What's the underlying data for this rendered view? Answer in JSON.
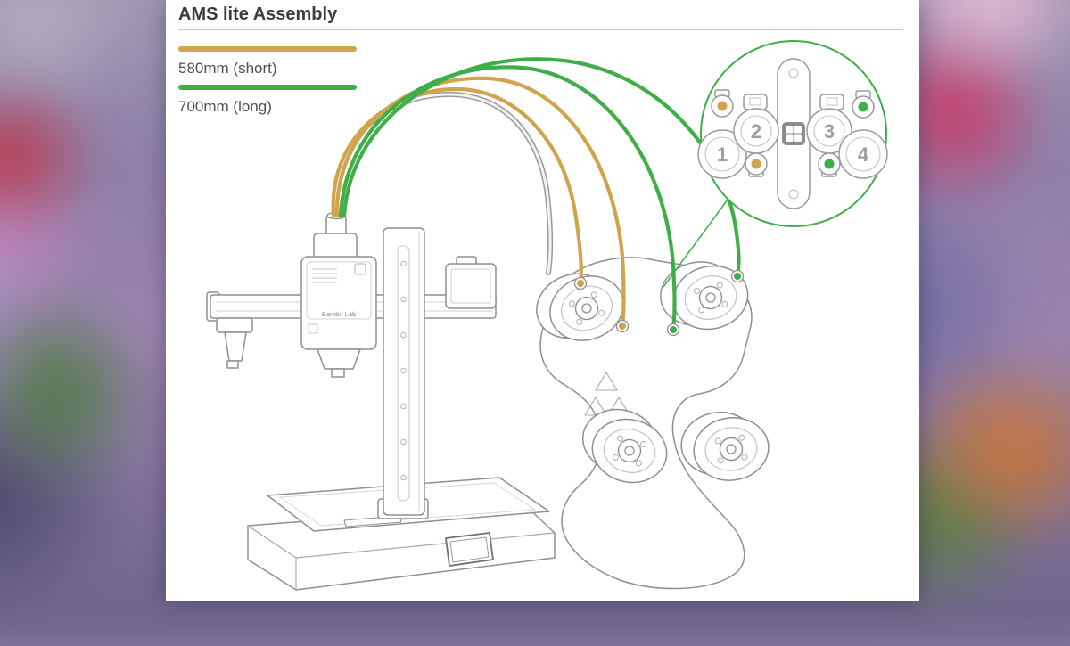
{
  "page": {
    "title": "AMS lite Assembly"
  },
  "legend": {
    "short": {
      "label": "580mm (short)",
      "color": "#CFA44C"
    },
    "long": {
      "label": "700mm (long)",
      "color": "#3FAE49"
    }
  },
  "diagram": {
    "printer_brand": "Bambu Lab",
    "colors": {
      "gold": "#CFA44C",
      "green": "#3FAE49",
      "outline": "#8f8f8f"
    },
    "inset": {
      "spool_numbers": [
        "1",
        "2",
        "3",
        "4"
      ]
    }
  }
}
